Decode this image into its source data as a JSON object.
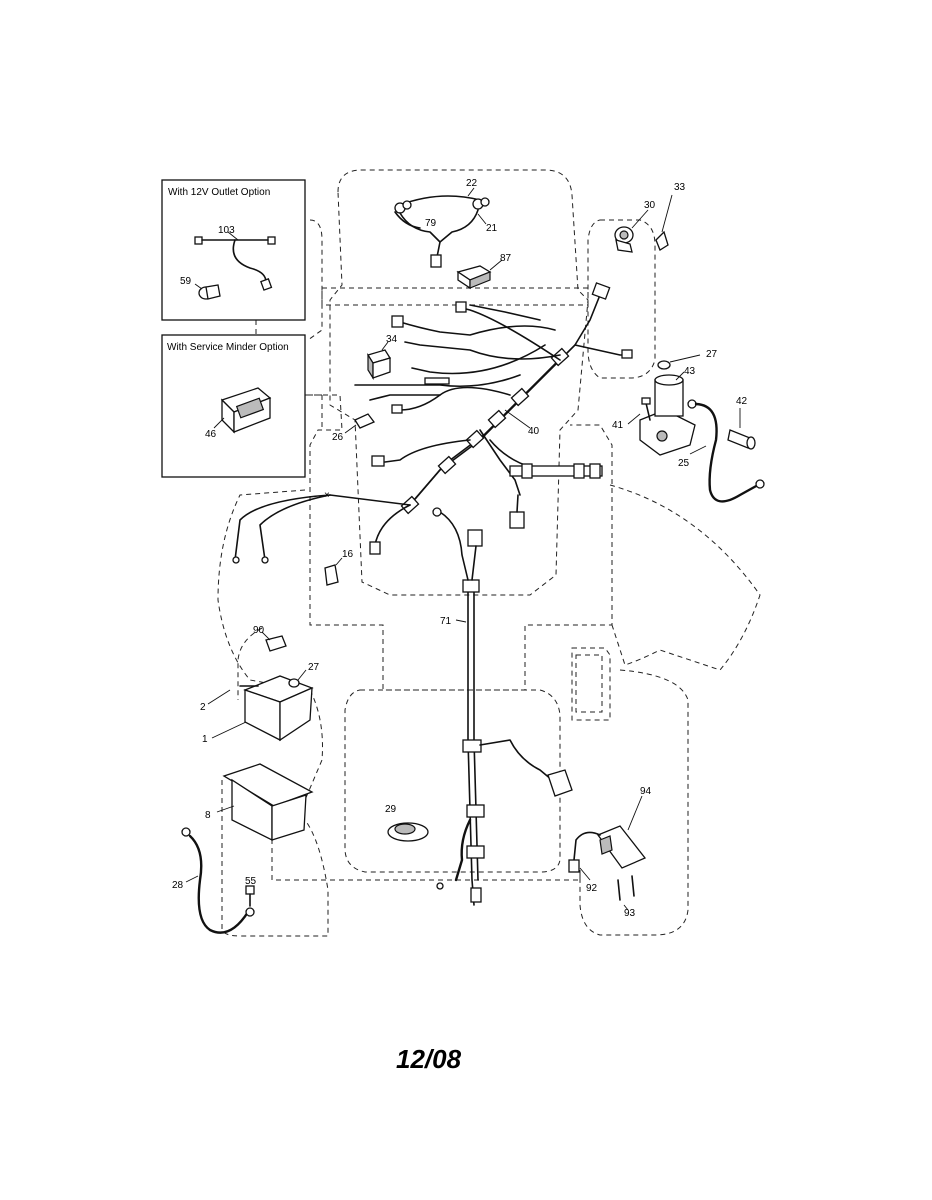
{
  "insets": {
    "outlet_title": "With 12V Outlet Option",
    "minder_title": "With Service Minder Option"
  },
  "callouts": {
    "c22": "22",
    "c79": "79",
    "c21": "21",
    "c87": "87",
    "c30": "30",
    "c33": "33",
    "c34": "34",
    "c27a": "27",
    "c43": "43",
    "c41": "41",
    "c42": "42",
    "c25": "25",
    "c40": "40",
    "c26": "26",
    "c103": "103",
    "c59": "59",
    "c46": "46",
    "c16": "16",
    "c71": "71",
    "c90": "90",
    "c27b": "27",
    "c2": "2",
    "c1": "1",
    "c8": "8",
    "c29": "29",
    "c94": "94",
    "c92": "92",
    "c93": "93",
    "c28": "28",
    "c55": "55"
  },
  "footer": {
    "date": "12/08"
  }
}
